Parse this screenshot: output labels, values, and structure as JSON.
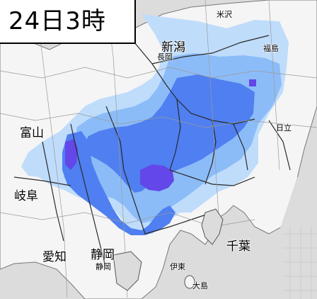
{
  "time_label": "24日3時",
  "prefecture_labels": [
    {
      "key": "niigata",
      "text": "新潟"
    },
    {
      "key": "toyama",
      "text": "富山"
    },
    {
      "key": "gifu",
      "text": "岐阜"
    },
    {
      "key": "aichi",
      "text": "愛知"
    },
    {
      "key": "shizuoka",
      "text": "静岡"
    },
    {
      "key": "chiba",
      "text": "千葉"
    }
  ],
  "minor_labels": [
    {
      "key": "fukushima",
      "text": "福島"
    },
    {
      "key": "yamagata",
      "text": "米沢"
    },
    {
      "key": "nagaoka",
      "text": "長岡"
    },
    {
      "key": "hitachi",
      "text": "日立"
    },
    {
      "key": "ito",
      "text": "伊東"
    },
    {
      "key": "oshima",
      "text": "大島"
    },
    {
      "key": "shizuoka_city",
      "text": "静岡"
    }
  ],
  "colors": {
    "land": "#f4f4f4",
    "sea": "#dcdcdc",
    "snow_light": "#bfdcfb",
    "snow_mid": "#8cbcf8",
    "snow_heavy": "#4f7ff0",
    "snow_peak": "#6347e8",
    "border": "#2a2a2a"
  },
  "legend_note": ""
}
